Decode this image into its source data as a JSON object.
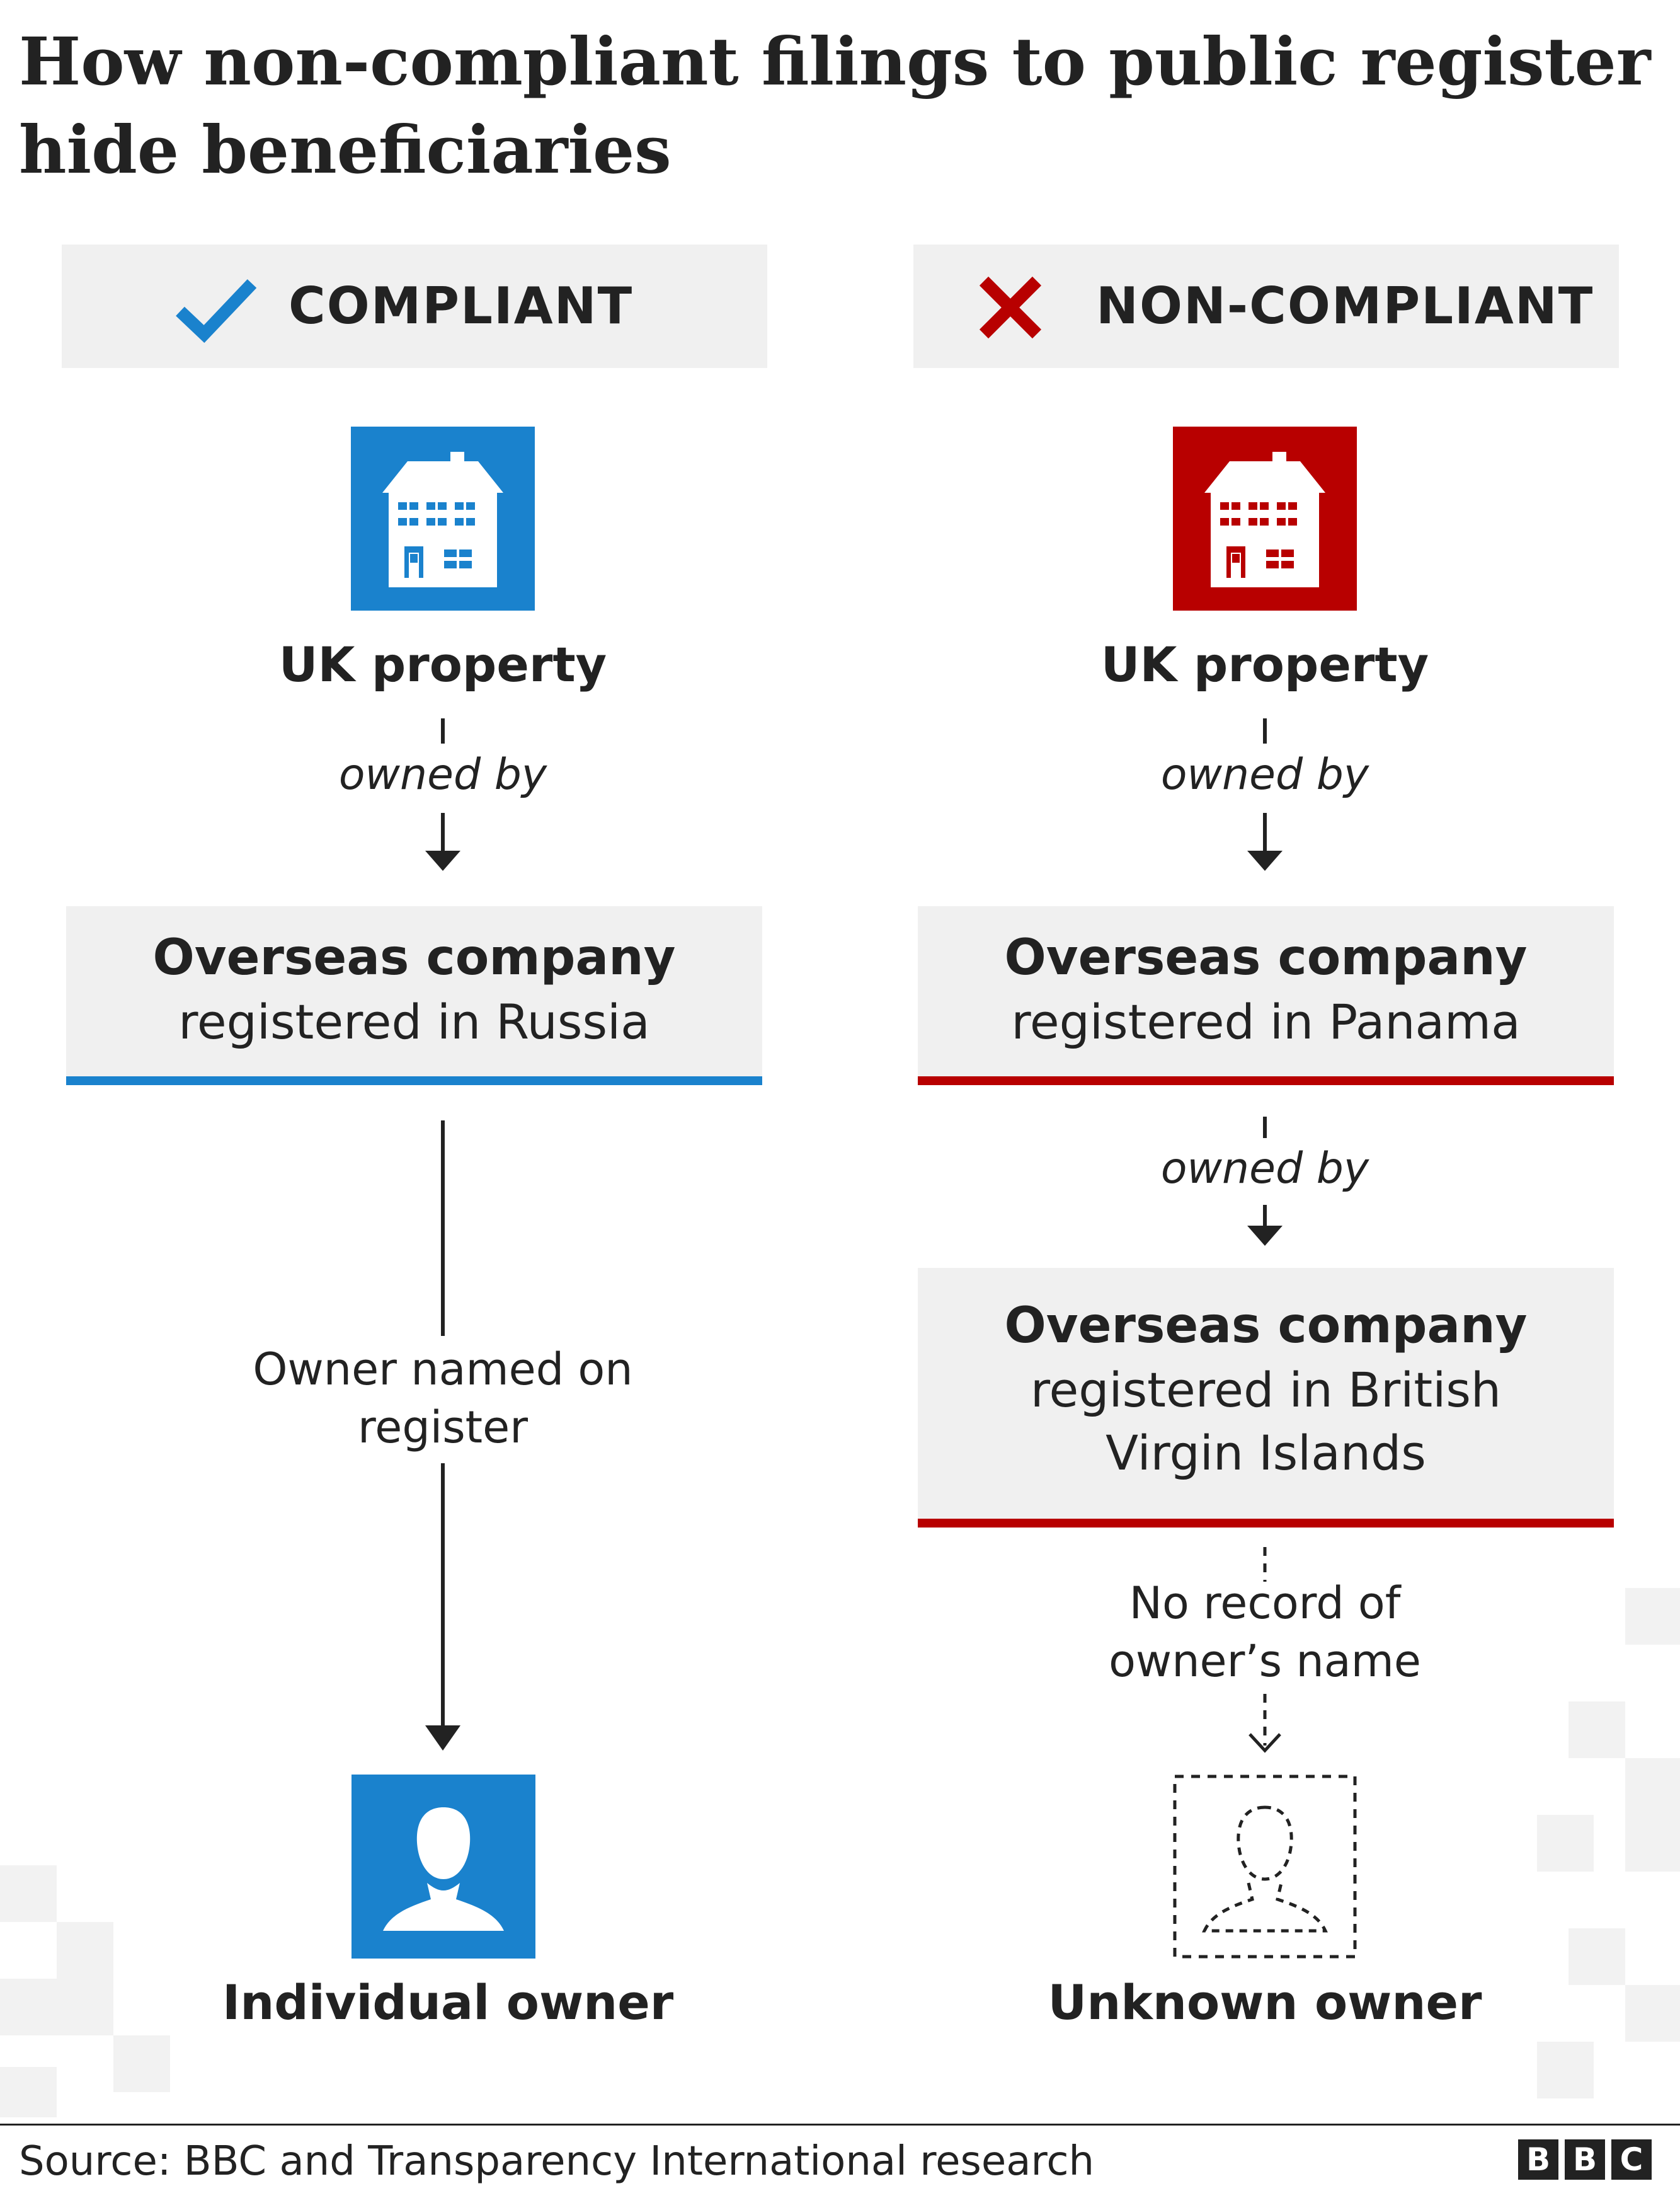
{
  "title_lines": [
    "How non-compliant filings to public register",
    "hide beneficiaries"
  ],
  "colors": {
    "blue": "#1a82cd",
    "red": "#b80000",
    "panel": "#f0f0f0",
    "text": "#222222"
  },
  "compliant": {
    "header": "COMPLIANT",
    "header_icon": "check-icon",
    "property_label": "UK property",
    "owned_by": "owned by",
    "company_name": "Overseas company",
    "company_registered": "registered in Russia",
    "note_lines": [
      "Owner named on",
      "register"
    ],
    "owner_label": "Individual owner"
  },
  "noncompliant": {
    "header": "NON-COMPLIANT",
    "header_icon": "cross-icon",
    "property_label": "UK property",
    "owned_by_1": "owned by",
    "company1_name": "Overseas company",
    "company1_registered": "registered in Panama",
    "owned_by_2": "owned by",
    "company2_name": "Overseas company",
    "company2_registered_lines": [
      "registered in British",
      "Virgin Islands"
    ],
    "note_lines": [
      "No record of",
      "owner’s name"
    ],
    "owner_label": "Unknown owner"
  },
  "source": "Source: BBC and Transparency International research",
  "logo_letters": [
    "B",
    "B",
    "C"
  ]
}
